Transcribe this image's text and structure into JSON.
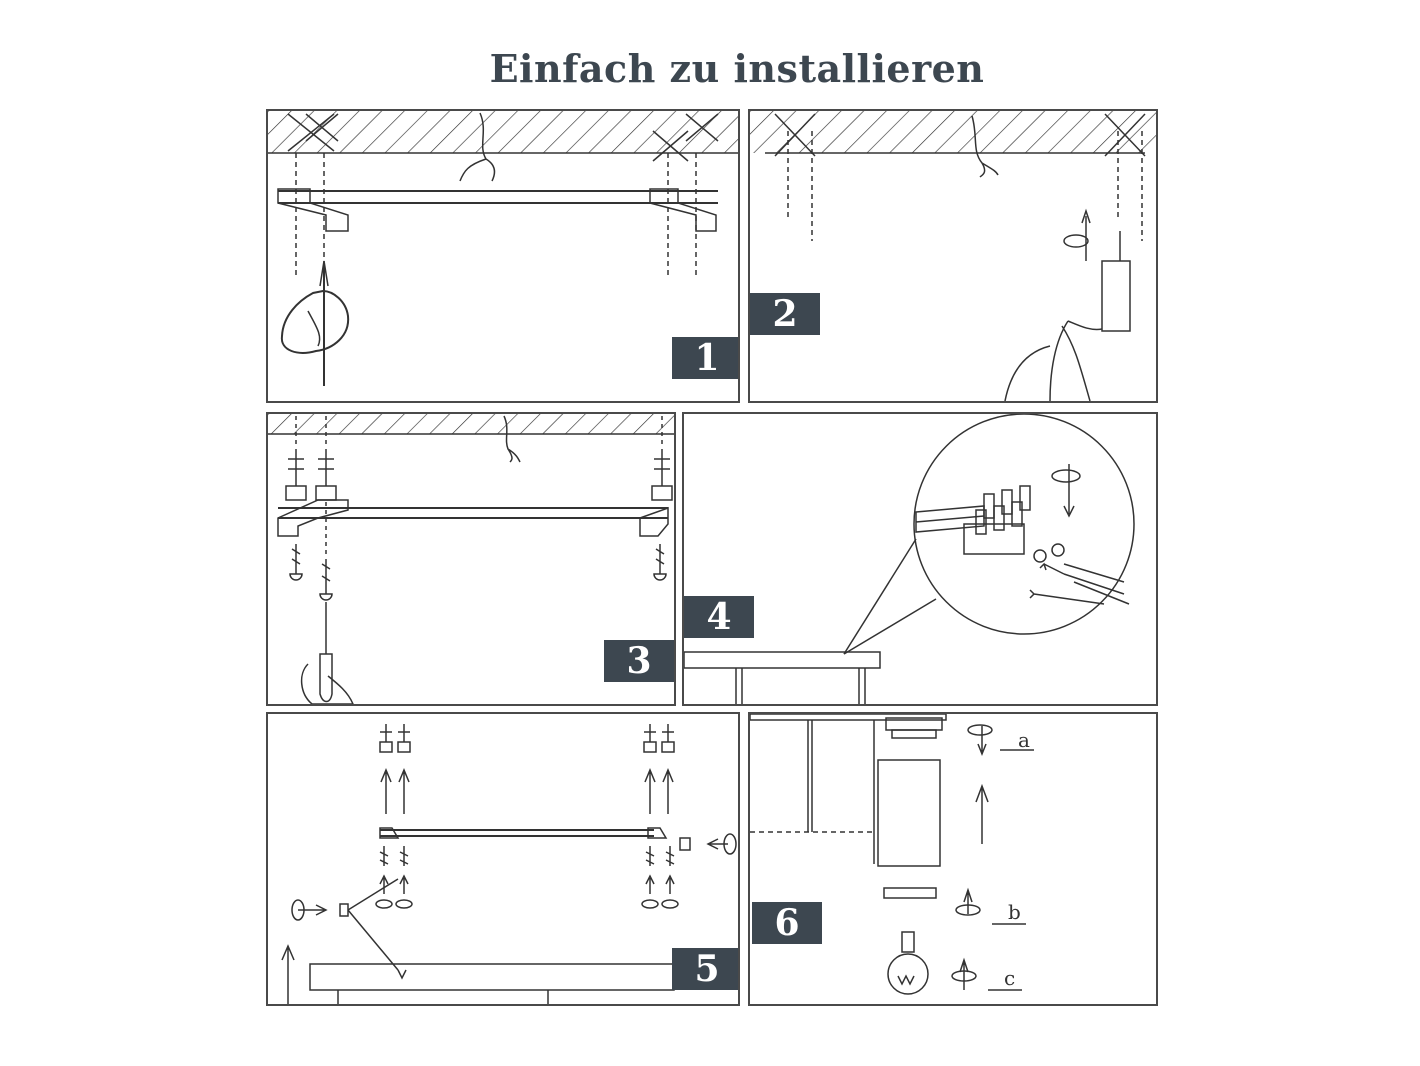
{
  "title": "Einfach zu installieren",
  "steps": [
    {
      "number": "1"
    },
    {
      "number": "2"
    },
    {
      "number": "3"
    },
    {
      "number": "4"
    },
    {
      "number": "5"
    },
    {
      "number": "6",
      "labels": [
        "a",
        "b",
        "c"
      ]
    }
  ],
  "colors": {
    "ink": "#333333",
    "badge": "#3d4750",
    "border": "#4a4a4a"
  }
}
